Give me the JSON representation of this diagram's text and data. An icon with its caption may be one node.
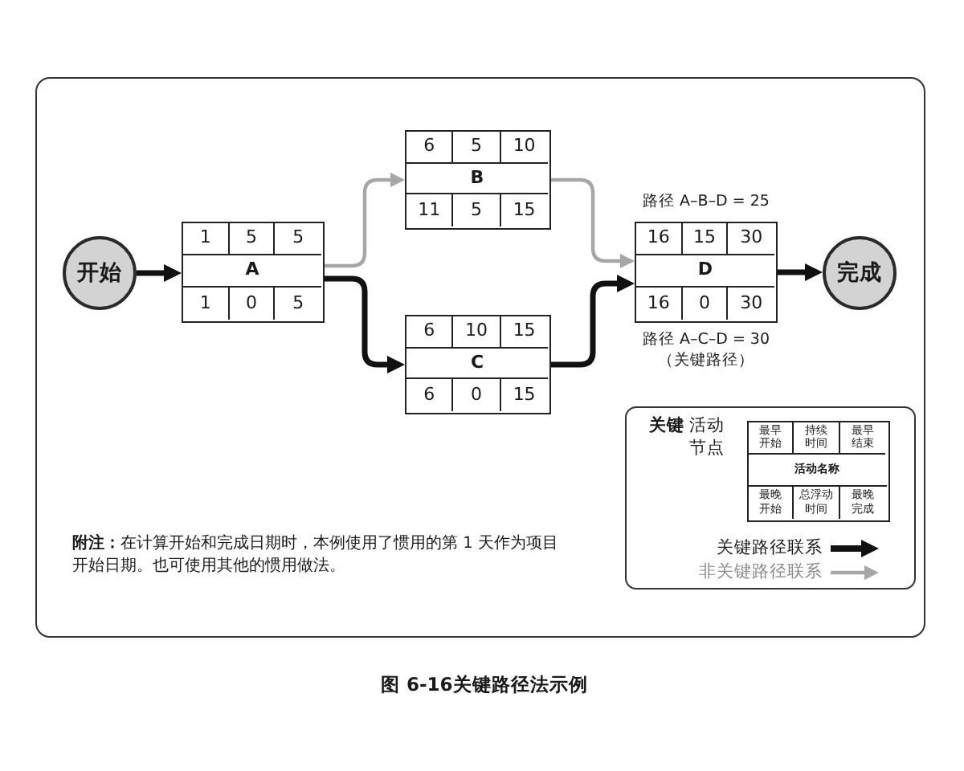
{
  "diagram": {
    "caption": "图 6-16关键路径法示例",
    "nodes": [
      {
        "text": [
          "开始"
        ]
      },
      {
        "text": [
          "1",
          "5",
          "5",
          "A",
          "1",
          "0",
          "5"
        ]
      },
      {
        "text": [
          "6",
          "5",
          "10",
          "B",
          "11",
          "5",
          "15"
        ]
      },
      {
        "text": [
          "6",
          "10",
          "15",
          "C",
          "6",
          "0",
          "15"
        ]
      },
      {
        "text": [
          "16",
          "15",
          "30",
          "D",
          "16",
          "0",
          "30"
        ],
        "beside": [
          "路径 A–B–D = 25",
          "路径 A–C–D = 30 （关键路径）"
        ]
      },
      {
        "text": [
          "完成"
        ]
      },
      {
        "text": [
          "关键",
          "活动节点"
        ]
      },
      {
        "text": [
          "最早开始",
          "持续时间",
          "最早结束",
          "活动名称",
          "最晚开始",
          "总浮动时间",
          "最晚完成"
        ],
        "in": 6
      }
    ],
    "edges": [
      {
        "from": 0,
        "to": 1,
        "arrow": "to"
      },
      {
        "from": 1,
        "to": 2,
        "arrow": "to",
        "color": "#a6a6a6"
      },
      {
        "from": 1,
        "to": 3,
        "arrow": "to"
      },
      {
        "from": 2,
        "to": 4,
        "arrow": "to",
        "color": "#a6a6a6"
      },
      {
        "from": 3,
        "to": 4,
        "arrow": "to"
      },
      {
        "from": 4,
        "to": 5,
        "arrow": "to"
      }
    ],
    "labels": [
      "**附注：**在计算开始和完成日期时，本例使用了惯用的第 1 天作为项目开始日期。也可使用其他的惯用做法。"
    ],
    "legend": [
      {
        "text": "关键路径联系"
      },
      {
        "text": "非关键路径联系"
      }
    ]
  }
}
